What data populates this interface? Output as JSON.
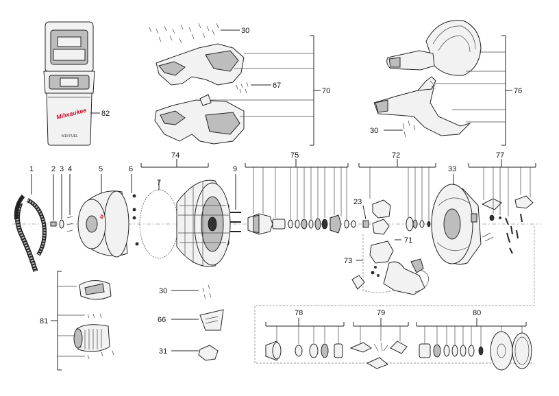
{
  "labels": {
    "l1": "1",
    "l2": "2",
    "l3": "3",
    "l4": "4",
    "l5": "5",
    "l6": "6",
    "l7": "7",
    "l9": "9",
    "l23": "23",
    "l30a": "30",
    "l30b": "30",
    "l30c": "30",
    "l31": "31",
    "l33": "33",
    "l66": "66",
    "l67": "67",
    "l70": "70",
    "l71": "71",
    "l72": "72",
    "l73": "73",
    "l74": "74",
    "l75": "75",
    "l76": "76",
    "l77": "77",
    "l78": "78",
    "l79": "79",
    "l80": "80",
    "l81": "81",
    "l82": "82"
  },
  "case_brand": "Milwaukee",
  "case_model": "M18 FUEL",
  "colors": {
    "line": "#222222",
    "fill_light": "#f2f2f2",
    "fill_mid": "#bdbdbd",
    "fill_dark": "#333333"
  }
}
